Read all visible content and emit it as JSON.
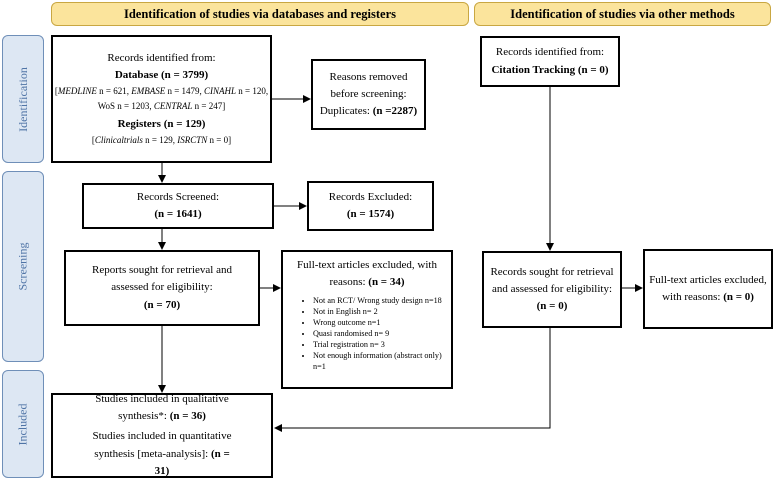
{
  "headers": {
    "left": "Identification of studies via databases and registers",
    "right": "Identification of studies via other methods"
  },
  "phases": {
    "identification": "Identification",
    "screening": "Screening",
    "included": "Included"
  },
  "records_identified": {
    "title": "Records identified from:",
    "database_label": "Database (n = 3799)",
    "db_line1_a": "[",
    "medline": "MEDLINE",
    "medline_n": " n = 621, ",
    "embase": "EMBASE",
    "embase_n": " n = 1479, ",
    "cinahl": "CINAHL",
    "cinahl_n": " n = 120,",
    "db_line2": "WoS n = 1203, ",
    "central": "CENTRAL",
    "central_n": " n = 247]",
    "registers_label": "Registers (n = 129)",
    "reg_a": "[",
    "clinicaltrials": "Clinicaltrials",
    "clinicaltrials_n": " n = 129, ",
    "isrctn": "ISRCTN",
    "isrctn_n": " n = 0]"
  },
  "removed": {
    "line1": "Reasons removed",
    "line2": "before screening:",
    "label": "Duplicates: ",
    "value": "(n =2287)"
  },
  "screened": {
    "title": "Records Screened:",
    "value": "(n = 1641)"
  },
  "excluded": {
    "title": "Records Excluded:",
    "value": "(n = 1574)"
  },
  "retrieval": {
    "line1": "Reports sought for retrieval and",
    "line2": "assessed for eligibility:",
    "value": "(n = 70)"
  },
  "fulltext_excluded": {
    "line1": "Full-text articles excluded, with",
    "line2_a": "reasons: ",
    "line2_b": "(n = 34)",
    "reasons": [
      "Not an RCT/ Wrong study design n=18",
      "Not in English n= 2",
      "Wrong outcome n=1",
      "Quasi randomised n= 9",
      "Trial registration n= 3",
      "Not enough information (abstract only) n=1"
    ]
  },
  "included": {
    "q_line1": "Studies included in qualitative",
    "q_line2_a": "synthesis*: ",
    "q_line2_b": "(n = 36)",
    "m_line1": "Studies included in quantitative",
    "m_line2_a": "synthesis [meta-analysis]: ",
    "m_line2_b": "(n =",
    "m_line3": "31)"
  },
  "other_records": {
    "title": "Records identified from:",
    "value": "Citation Tracking (n = 0)"
  },
  "other_retrieval": {
    "line1": "Records sought for retrieval",
    "line2": "and assessed for eligibility:",
    "value": "(n = 0)"
  },
  "other_excluded": {
    "line1": "Full-text articles excluded,",
    "line2_a": "with reasons: ",
    "line2_b": "(n = 0)"
  },
  "colors": {
    "header_fill": "#fbe49c",
    "phase_fill": "#dde7f3",
    "phase_text": "#4f74a6"
  }
}
